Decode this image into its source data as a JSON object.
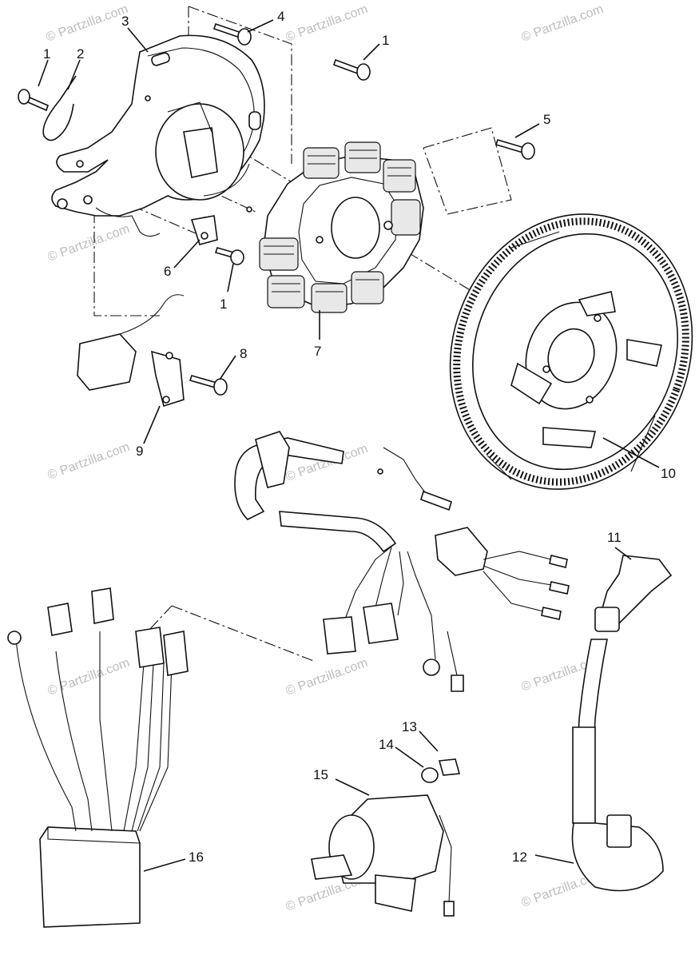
{
  "watermark": "© Partzilla.com",
  "callouts": {
    "c1a": "1",
    "c1b": "1",
    "c1c": "1",
    "c2": "2",
    "c3": "3",
    "c4": "4",
    "c5": "5",
    "c6": "6",
    "c7": "7",
    "c8": "8",
    "c9": "9",
    "c10": "10",
    "c11": "11",
    "c12": "12",
    "c13": "13",
    "c14": "14",
    "c15": "15",
    "c16": "16"
  }
}
